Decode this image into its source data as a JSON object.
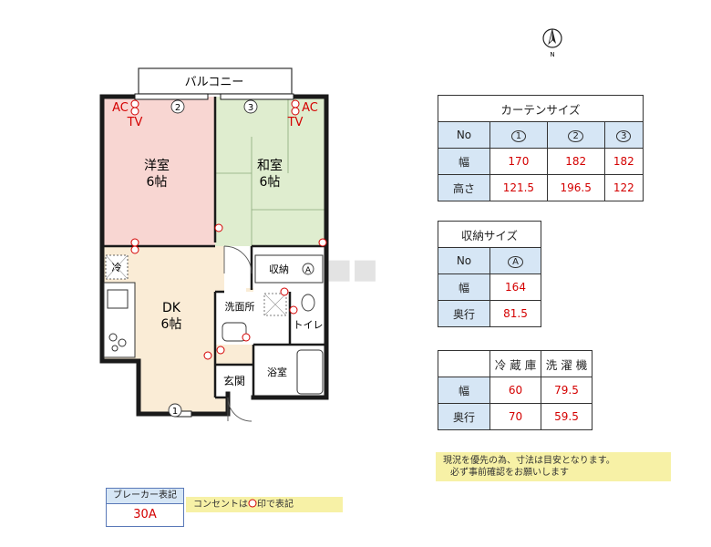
{
  "north": {
    "label": "N"
  },
  "plan": {
    "balcony": "バルコニー",
    "youshitsu": {
      "name": "洋室",
      "size": "6帖"
    },
    "washitsu": {
      "name": "和室",
      "size": "6帖"
    },
    "dk": {
      "name": "DK",
      "size": "6帖"
    },
    "senmenjo": "洗面所",
    "toilet": "トイレ",
    "yokushitsu": "浴室",
    "genkan": "玄関",
    "storage": "収納",
    "storage_mark": "A",
    "fridge": "冷",
    "ac": "AC",
    "tv": "TV",
    "window_markers": [
      "1",
      "2",
      "3"
    ],
    "colors": {
      "youshitsu": "#f8d6d2",
      "washitsu": "#dfedcf",
      "dk": "#faecd6",
      "wall": "#1a1a1a",
      "outlet": "#d40000"
    }
  },
  "curtain_table": {
    "title": "カーテンサイズ",
    "header": [
      "No",
      "1",
      "2",
      "3"
    ],
    "rows": [
      {
        "label": "幅",
        "values": [
          "170",
          "182",
          "182"
        ]
      },
      {
        "label": "高さ",
        "values": [
          "121.5",
          "196.5",
          "122"
        ]
      }
    ]
  },
  "storage_table": {
    "title": "収納サイズ",
    "header": [
      "No",
      "A"
    ],
    "rows": [
      {
        "label": "幅",
        "values": [
          "164"
        ]
      },
      {
        "label": "奥行",
        "values": [
          "81.5"
        ]
      }
    ]
  },
  "appliance_table": {
    "header": [
      "",
      "冷 蔵 庫",
      "洗 濯 機"
    ],
    "rows": [
      {
        "label": "幅",
        "values": [
          "60",
          "79.5"
        ]
      },
      {
        "label": "奥行",
        "values": [
          "70",
          "59.5"
        ]
      }
    ]
  },
  "notice": {
    "line1": "現況を優先の為、寸法は目安となります。",
    "line2": "必ず事前確認をお願いします"
  },
  "breaker": {
    "label": "ブレーカー表記",
    "value": "30A"
  },
  "outlet_note": {
    "before": "コンセントは",
    "after": "印で表記"
  }
}
